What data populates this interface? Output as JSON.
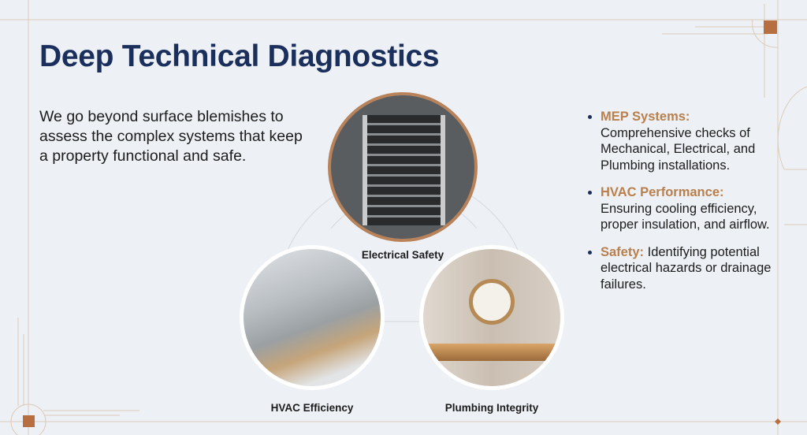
{
  "title": "Deep Technical Diagnostics",
  "intro": "We go beyond surface blemishes to assess the complex systems that keep a property functional and safe.",
  "diagram": {
    "labels": [
      "Electrical Safety",
      "HVAC Efficiency",
      "Plumbing Integrity"
    ]
  },
  "bullets": [
    {
      "key": "MEP Systems:",
      "text": "Comprehensive checks of Mechanical, Electrical, and Plumbing installations."
    },
    {
      "key": "HVAC Performance:",
      "text": "Ensuring cooling efficiency, proper insulation, and airflow."
    },
    {
      "key": "Safety:",
      "text": "Identifying potential electrical hazards or drainage failures."
    }
  ],
  "colors": {
    "accent": "#b97f4d",
    "title": "#1b2f5c",
    "line": "#d9c9b8"
  }
}
